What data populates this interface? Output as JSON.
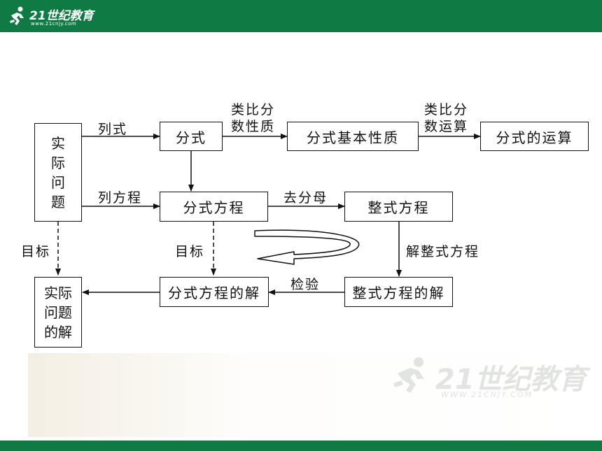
{
  "header": {
    "logo_text": "21世纪教育",
    "logo_sub": "www.21cnjy.com"
  },
  "watermark": {
    "text": "21世纪教育",
    "sub": "WWW.21CNJY.COM"
  },
  "diagram": {
    "nodes": {
      "practical_problem": "实际问题",
      "fraction": "分式",
      "fraction_basic_property": "分式基本性质",
      "fraction_operations": "分式的运算",
      "fractional_equation": "分式方程",
      "integral_equation": "整式方程",
      "fractional_equation_solution": "分式方程的解",
      "integral_equation_solution": "整式方程的解",
      "practical_problem_solution": "实际问题的解"
    },
    "edges": {
      "list_expression": "列式",
      "list_equation": "列方程",
      "analogy_property": "类比分\n数性质",
      "analogy_operations": "类比分\n数运算",
      "remove_denominator": "去分母",
      "solve_integral_equation": "解整式方程",
      "check": "检验",
      "goal_left": "目标",
      "goal_middle": "目标"
    }
  },
  "colors": {
    "brand_green": "#0f7a43",
    "line": "#111111"
  }
}
